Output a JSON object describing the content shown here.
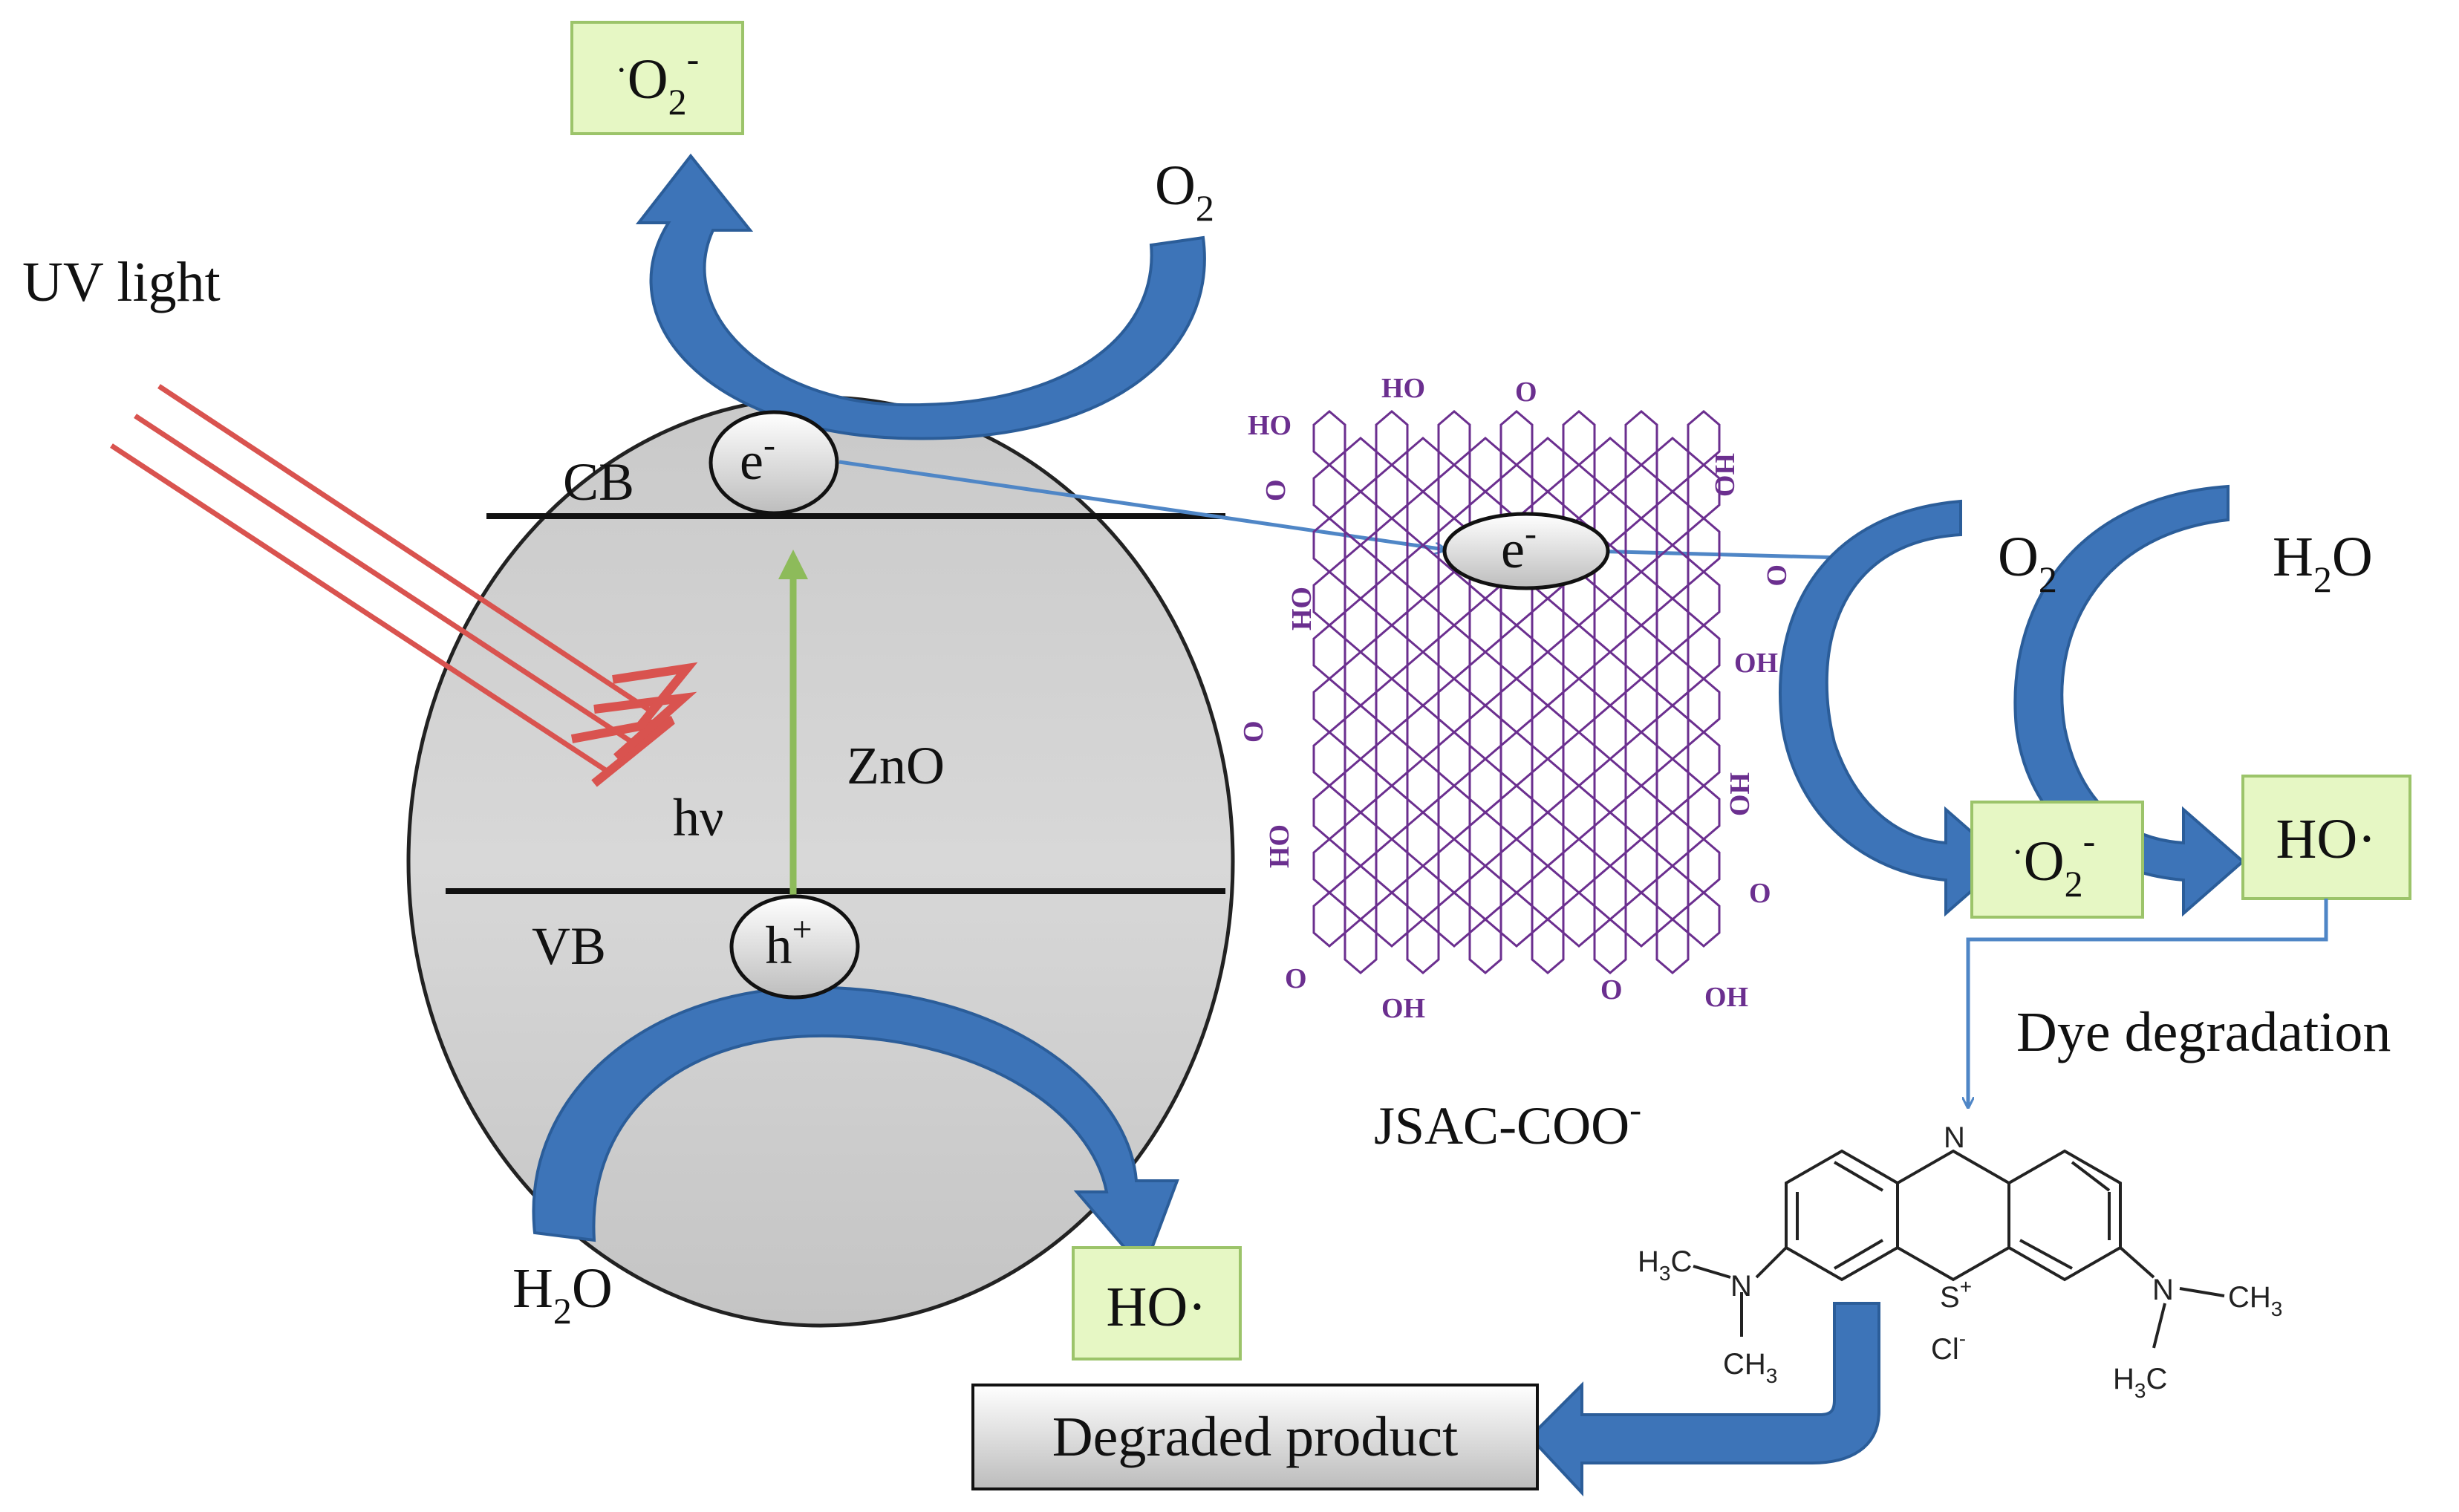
{
  "title": "",
  "labels": {
    "uv_light": "UV light",
    "o2_top": "O",
    "o2_top_sub": "2",
    "superoxide_box_top": {
      "dot": "·",
      "main": "O",
      "sub": "2",
      "sup": "-"
    },
    "cb": "CB",
    "vb": "VB",
    "electron": "e",
    "electron_sup": "-",
    "hole": "h",
    "hole_sup": "+",
    "hv": "hν",
    "zno": "ZnO",
    "h2o_bottom": {
      "main": "H",
      "sub": "2",
      "tail": "O"
    },
    "ho_box_bottom": "HO·",
    "jsac": "JSAC-COO",
    "jsac_sup": "-",
    "graphene_electron": "e",
    "graphene_electron_sup": "-",
    "o2_right": {
      "main": "O",
      "sub": "2"
    },
    "h2o_right": {
      "main": "H",
      "sub": "2",
      "tail": "O"
    },
    "superoxide_box_right": {
      "dot": "·",
      "main": "O",
      "sub": "2",
      "sup": "-"
    },
    "ho_box_right": "HO·",
    "dye_degradation": "Dye degradation",
    "degraded_product": "Degraded product"
  },
  "graphene_groups": {
    "ho": "HO",
    "oh": "OH",
    "o": "O"
  },
  "molecule": {
    "n_top": "N",
    "s_plus": "S",
    "s_sup": "+",
    "cl": "Cl",
    "cl_sup": "-",
    "n_left": "N",
    "n_right": "N",
    "h3c": "H",
    "h3c_sub": "3",
    "h3c_c": "C",
    "ch3": "CH",
    "ch3_sub": "3"
  },
  "colors": {
    "arrow_blue": "#3d74b8",
    "arrow_dark": "#2b5d99",
    "uv_red": "#d9534f",
    "green_arrow": "#8dbb5a",
    "box_green": "#e6f7c4",
    "box_green_border": "#9cc46a",
    "graphene": "#6b2f8f",
    "sphere": "#cfcfcf",
    "band": "#dadada"
  }
}
